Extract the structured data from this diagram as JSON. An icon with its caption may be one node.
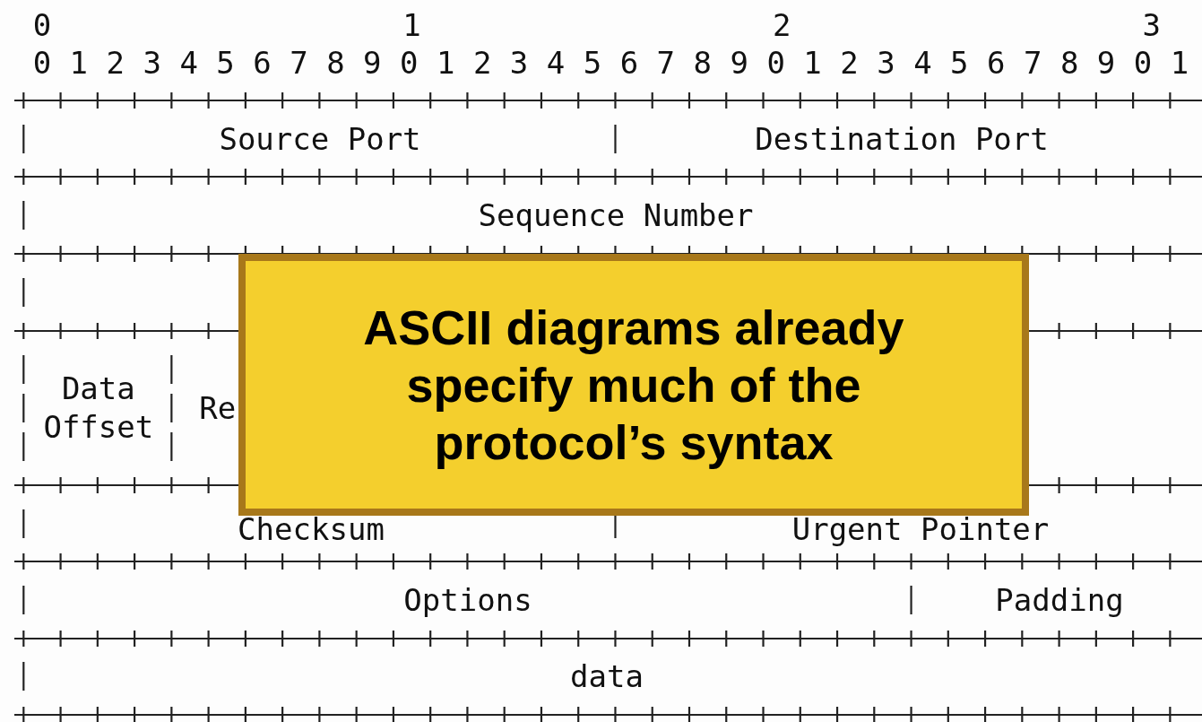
{
  "diagram": {
    "nodes": [
      {
        "text": [
          "ASCII diagrams already specify much of the protocol’s syntax"
        ]
      }
    ],
    "labels": [
      "0",
      "1",
      "2",
      "3",
      "0 1 2 3 4 5 6 7 8 9 0 1 2 3 4 5 6 7 8 9 0 1 2 3 4 5 6 7 8 9 0 1",
      "Source Port",
      "Destination Port",
      "Sequence Number",
      "Data Offset",
      "Re",
      "Checksum",
      "Urgent Pointer",
      "Options",
      "Padding",
      "data"
    ]
  }
}
